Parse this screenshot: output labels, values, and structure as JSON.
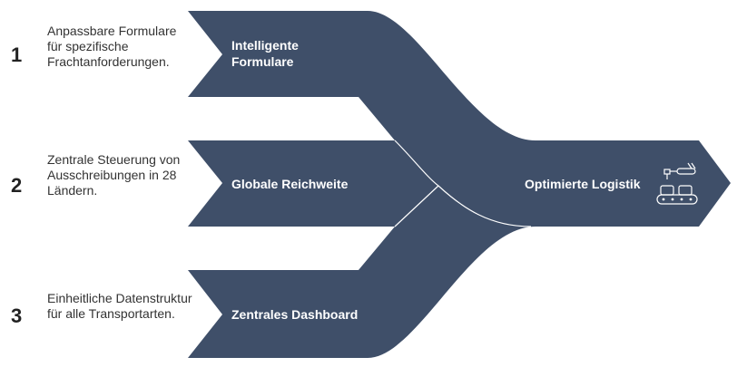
{
  "colors": {
    "band": "#3f4f69",
    "text": "#ffffff"
  },
  "steps": [
    {
      "number": "1",
      "description": "Anpassbare Formulare für spezifische Frachtanforderungen.",
      "label": "Intelligente Formulare"
    },
    {
      "number": "2",
      "description": "Zentrale Steuerung von Ausschreibungen in 28 Ländern.",
      "label": "Globale Reichweite"
    },
    {
      "number": "3",
      "description": "Einheitliche Datenstruktur für alle Transportarten.",
      "label": "Zentrales Dashboard"
    }
  ],
  "result": {
    "label": "Optimierte Logistik",
    "icon": "conveyor-robot-icon"
  }
}
